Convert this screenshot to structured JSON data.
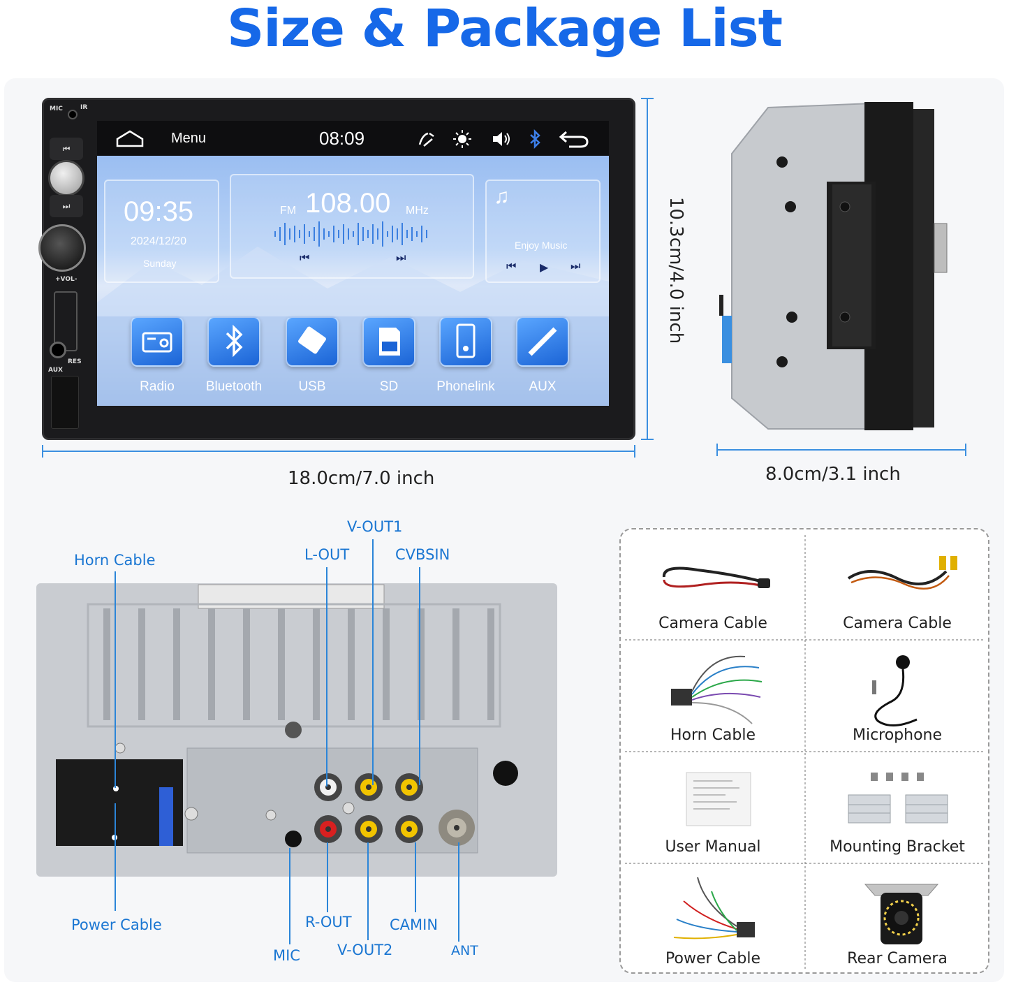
{
  "title": "Size & Package List",
  "unit": {
    "side_labels": {
      "mic": "MIC",
      "ir": "IR",
      "vol": "+VOL-",
      "res": "RES",
      "aux": "AUX"
    },
    "status": {
      "menu": "Menu",
      "time": "08:09"
    },
    "clock": {
      "time": "09:35",
      "date": "2024/12/20",
      "day": "Sunday"
    },
    "radio": {
      "band": "FM",
      "freq": "108.00",
      "unit": "MHz"
    },
    "music": {
      "label": "Enjoy Music"
    },
    "apps": [
      "Radio",
      "Bluetooth",
      "USB",
      "SD",
      "Phonelink",
      "AUX"
    ]
  },
  "dimensions": {
    "width": "18.0cm/7.0 inch",
    "height": "10.3cm/4.0 inch",
    "depth": "8.0cm/3.1 inch"
  },
  "rear_labels": {
    "horn_cable": "Horn Cable",
    "l_out": "L-OUT",
    "v_out1": "V-OUT1",
    "cvbsin": "CVBSIN",
    "power_cable": "Power Cable",
    "mic": "MIC",
    "r_out": "R-OUT",
    "v_out2": "V-OUT2",
    "camin": "CAMIN",
    "ant": "ANT"
  },
  "package": [
    "Camera Cable",
    "Camera Cable",
    "Horn Cable",
    "Microphone",
    "User Manual",
    "Mounting Bracket",
    "Power Cable",
    "Rear Camera"
  ],
  "colors": {
    "title": "#1668e8",
    "label": "#1a76d2",
    "dim_line": "#3b8fe0"
  }
}
